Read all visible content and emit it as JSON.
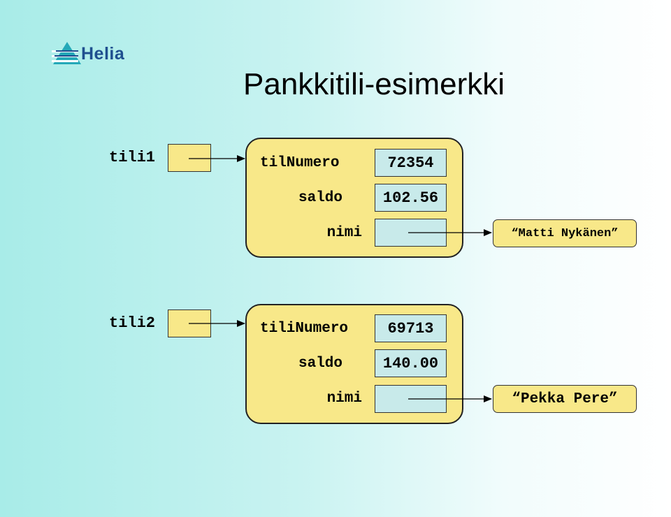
{
  "logo": {
    "text": "Helia"
  },
  "title": "Pankkitili-esimerkki",
  "accounts": [
    {
      "variable": "tili1",
      "fields": {
        "number_label": "tilNumero",
        "number_value": "72354",
        "balance_label": "saldo",
        "balance_value": "102.56",
        "name_label": "nimi"
      },
      "name_string": "“Matti Nykänen”"
    },
    {
      "variable": "tili2",
      "fields": {
        "number_label": "tiliNumero",
        "number_value": "69713",
        "balance_label": "saldo",
        "balance_value": "140.00",
        "name_label": "nimi"
      },
      "name_string": "“Pekka Pere”"
    }
  ],
  "colors": {
    "object_fill": "#f8e889",
    "value_fill": "#c8eaea",
    "logo": "#1f4f8f",
    "background_start": "#a8ece8"
  }
}
